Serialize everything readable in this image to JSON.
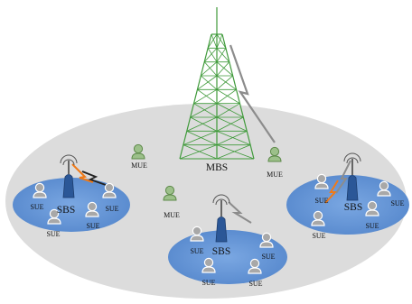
{
  "colors": {
    "coverage_ellipse": "#dcdcdc",
    "small_cell": "#5b8fd2",
    "tower": "#3f9a3a",
    "sbs_antenna": "#2b5797",
    "link": "#8c8c8c",
    "interference": "#f07a18",
    "sue_user": "#a8a8a8",
    "mue_user": "#8fb87a"
  },
  "macro": {
    "label": "MBS"
  },
  "mue_label": "MUE",
  "sue_label": "SUE",
  "cells": [
    {
      "label": "SBS"
    },
    {
      "label": "SBS"
    },
    {
      "label": "SBS"
    }
  ]
}
